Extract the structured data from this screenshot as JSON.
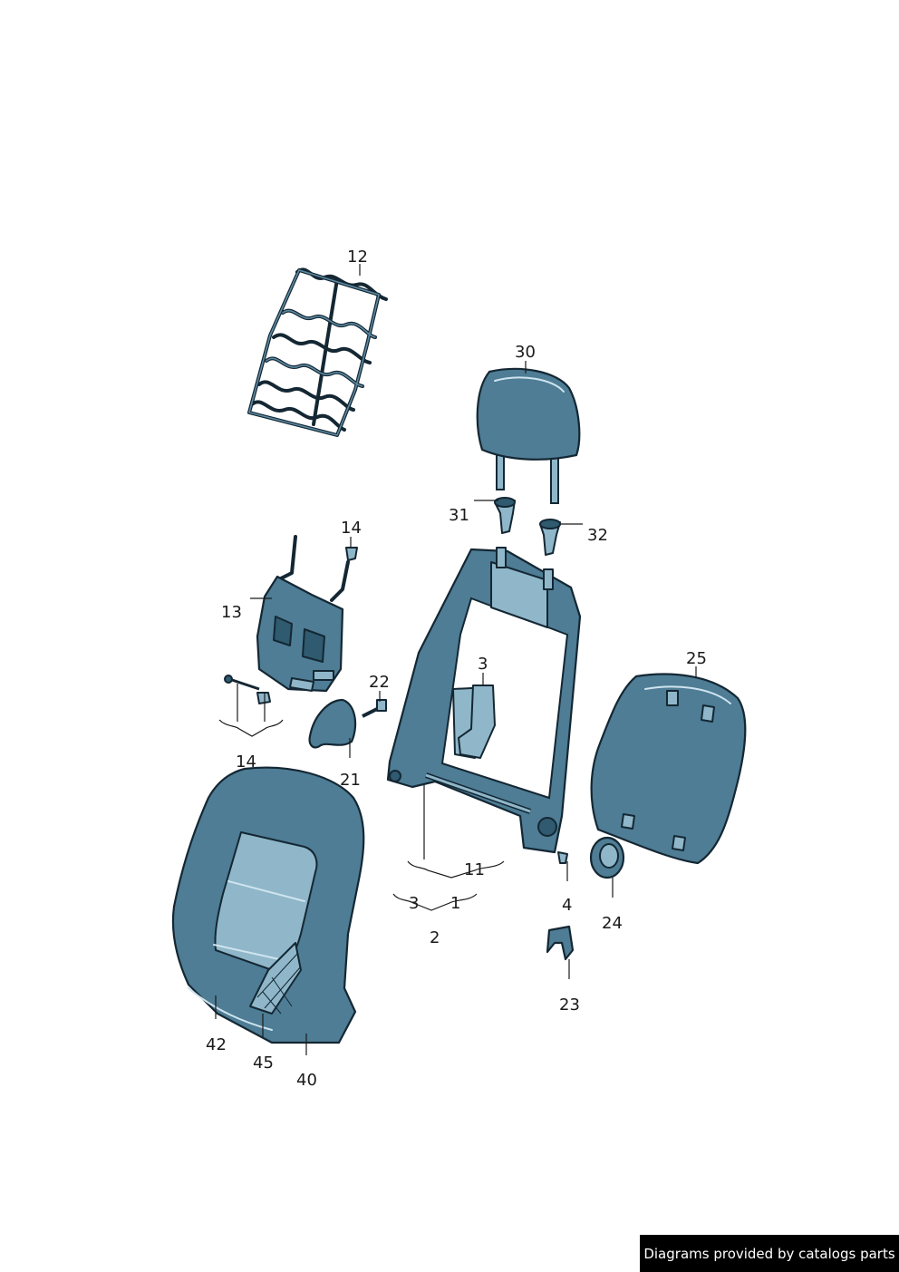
{
  "callouts": {
    "c12": "12",
    "c30": "30",
    "c31": "31",
    "c32": "32",
    "c14a": "14",
    "c13": "13",
    "c3a": "3",
    "c25": "25",
    "c22": "22",
    "c14b": "14",
    "c21": "21",
    "c11": "11",
    "c3b": "3",
    "c1": "1",
    "c2": "2",
    "c4": "4",
    "c24": "24",
    "c23": "23",
    "c42": "42",
    "c45": "45",
    "c40": "40"
  },
  "footer": {
    "text": "Diagrams provided by catalogs parts"
  },
  "colors": {
    "part_fill": "#4e7d95",
    "outline": "#142733",
    "banner_bg": "#000000",
    "banner_text": "#ffffff"
  }
}
